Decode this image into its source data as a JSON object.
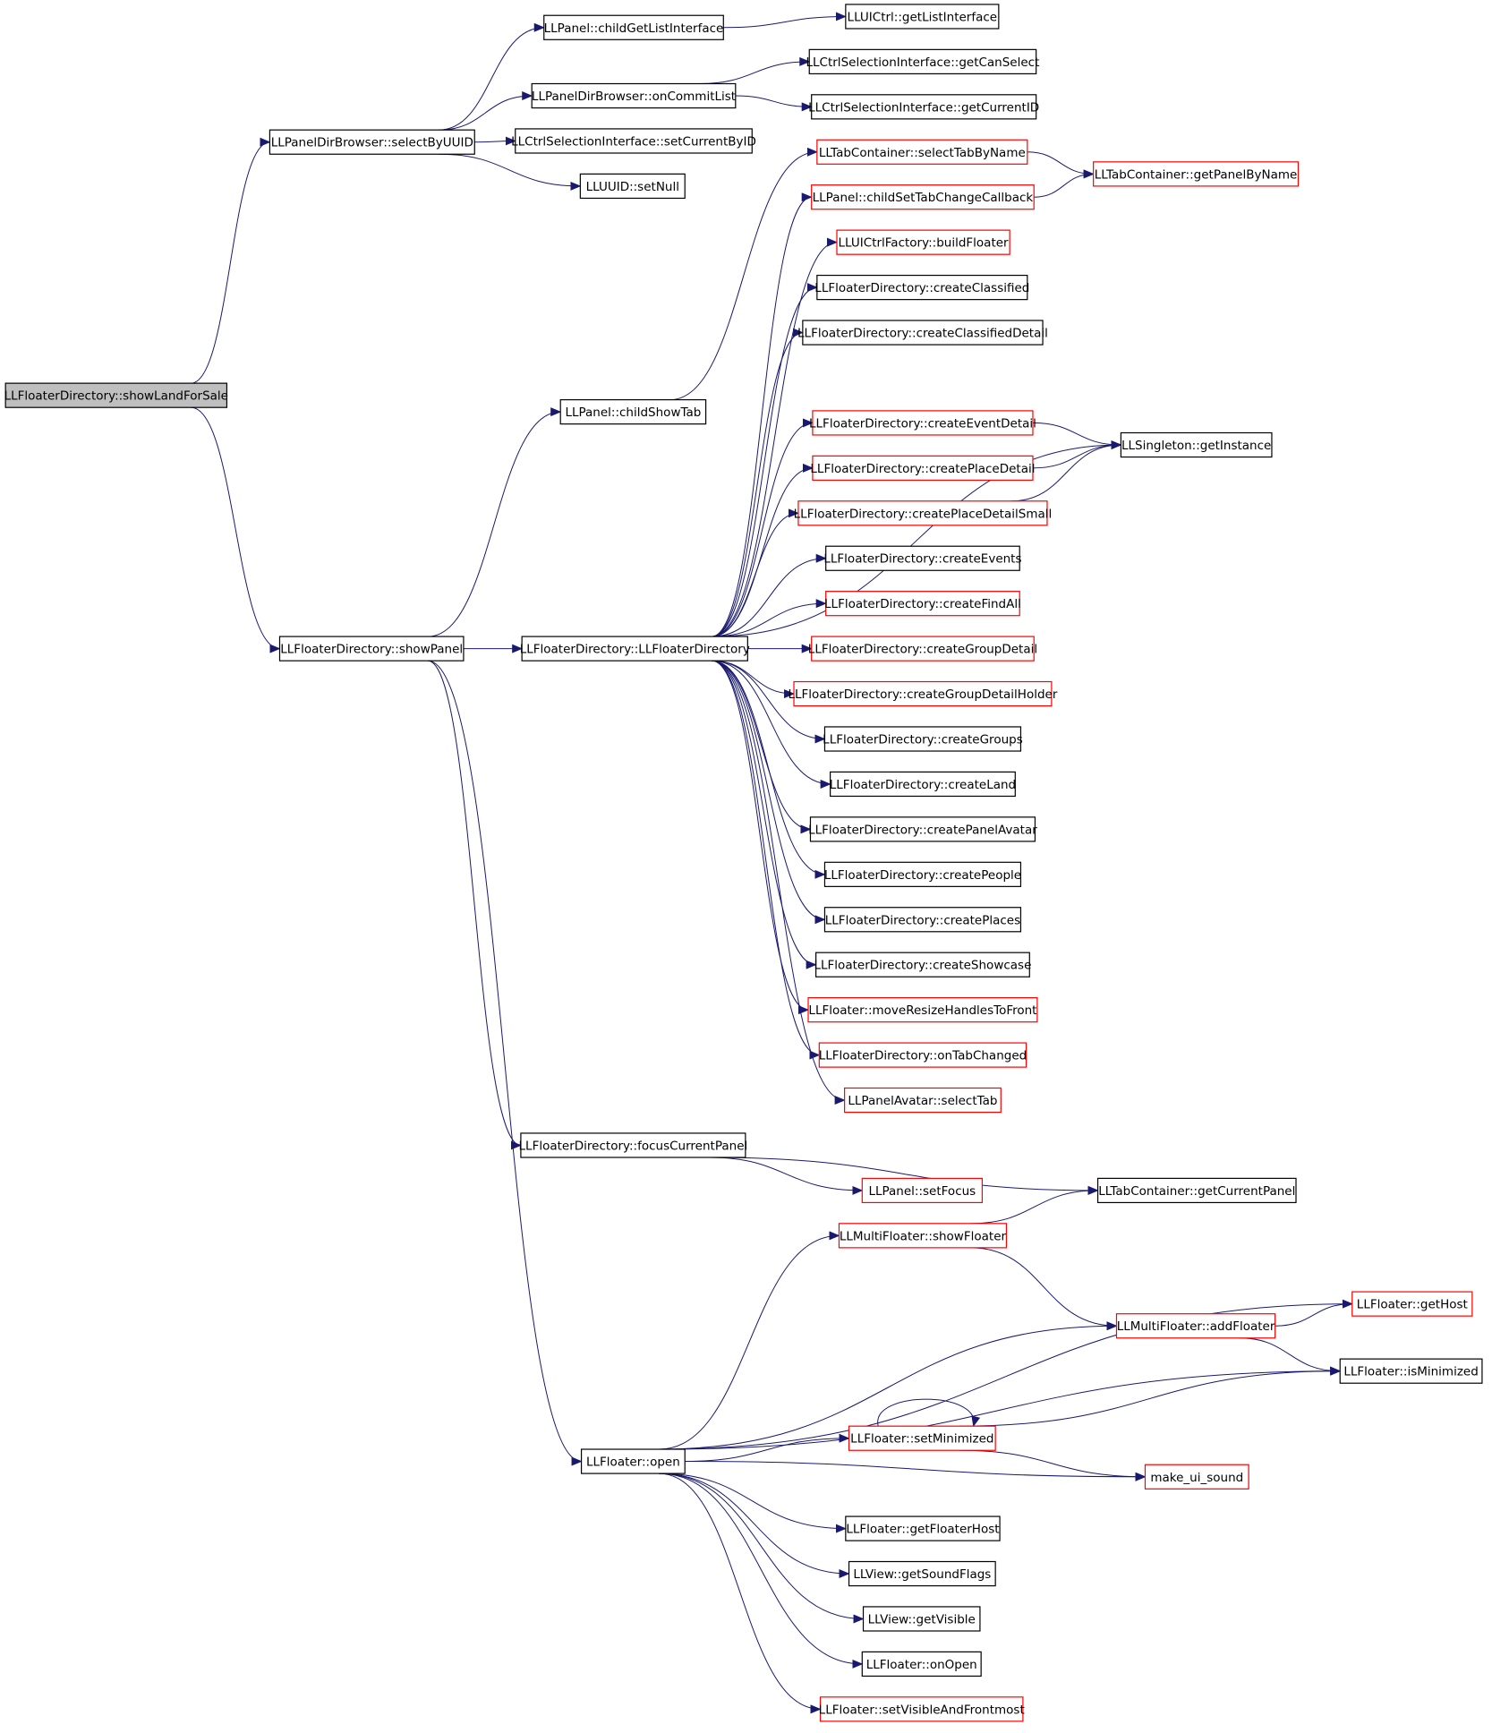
{
  "graph": {
    "colors": {
      "edge": "#191970",
      "box_normal": "#000000",
      "box_red": "#ff0000",
      "root_fill": "#bfbfbf",
      "box_fill": "#ffffff"
    },
    "nodes": [
      {
        "id": "showLandForSale",
        "label": "LLFloaterDirectory::showLandForSale",
        "style": "root"
      },
      {
        "id": "selectByUUID",
        "label": "LLPanelDirBrowser::selectByUUID",
        "style": "normal"
      },
      {
        "id": "showPanel",
        "label": "LLFloaterDirectory::showPanel",
        "style": "normal"
      },
      {
        "id": "childGetListInterface",
        "label": "LLPanel::childGetListInterface",
        "style": "normal"
      },
      {
        "id": "onCommitList",
        "label": "LLPanelDirBrowser::onCommitList",
        "style": "normal"
      },
      {
        "id": "setCurrentByID",
        "label": "LLCtrlSelectionInterface::setCurrentByID",
        "style": "normal"
      },
      {
        "id": "setNull",
        "label": "LLUUID::setNull",
        "style": "normal"
      },
      {
        "id": "getListInterface",
        "label": "LLUICtrl::getListInterface",
        "style": "normal"
      },
      {
        "id": "getCanSelect",
        "label": "LLCtrlSelectionInterface::getCanSelect",
        "style": "normal"
      },
      {
        "id": "getCurrentID",
        "label": "LLCtrlSelectionInterface::getCurrentID",
        "style": "normal"
      },
      {
        "id": "childShowTab",
        "label": "LLPanel::childShowTab",
        "style": "normal"
      },
      {
        "id": "LLFloaterDirectory",
        "label": "LLFloaterDirectory::LLFloaterDirectory",
        "style": "normal"
      },
      {
        "id": "focusCurrentPanel",
        "label": "LLFloaterDirectory::focusCurrentPanel",
        "style": "normal"
      },
      {
        "id": "open",
        "label": "LLFloater::open",
        "style": "normal"
      },
      {
        "id": "selectTabByName",
        "label": "LLTabContainer::selectTabByName",
        "style": "red"
      },
      {
        "id": "childSetTabChangeCallback",
        "label": "LLPanel::childSetTabChangeCallback",
        "style": "red"
      },
      {
        "id": "getPanelByName",
        "label": "LLTabContainer::getPanelByName",
        "style": "red"
      },
      {
        "id": "buildFloater",
        "label": "LLUICtrlFactory::buildFloater",
        "style": "red"
      },
      {
        "id": "createClassified",
        "label": "LLFloaterDirectory::createClassified",
        "style": "normal"
      },
      {
        "id": "createClassifiedDetail",
        "label": "LLFloaterDirectory::createClassifiedDetail",
        "style": "normal"
      },
      {
        "id": "createEventDetail",
        "label": "LLFloaterDirectory::createEventDetail",
        "style": "red"
      },
      {
        "id": "createPlaceDetail",
        "label": "LLFloaterDirectory::createPlaceDetail",
        "style": "red"
      },
      {
        "id": "createPlaceDetailSmall",
        "label": "LLFloaterDirectory::createPlaceDetailSmall",
        "style": "red"
      },
      {
        "id": "getInstance",
        "label": "LLSingleton::getInstance",
        "style": "normal"
      },
      {
        "id": "createEvents",
        "label": "LLFloaterDirectory::createEvents",
        "style": "normal"
      },
      {
        "id": "createFindAll",
        "label": "LLFloaterDirectory::createFindAll",
        "style": "red"
      },
      {
        "id": "createGroupDetail",
        "label": "LLFloaterDirectory::createGroupDetail",
        "style": "red"
      },
      {
        "id": "createGroupDetailHolder",
        "label": "LLFloaterDirectory::createGroupDetailHolder",
        "style": "red"
      },
      {
        "id": "createGroups",
        "label": "LLFloaterDirectory::createGroups",
        "style": "normal"
      },
      {
        "id": "createLand",
        "label": "LLFloaterDirectory::createLand",
        "style": "normal"
      },
      {
        "id": "createPanelAvatar",
        "label": "LLFloaterDirectory::createPanelAvatar",
        "style": "normal"
      },
      {
        "id": "createPeople",
        "label": "LLFloaterDirectory::createPeople",
        "style": "normal"
      },
      {
        "id": "createPlaces",
        "label": "LLFloaterDirectory::createPlaces",
        "style": "normal"
      },
      {
        "id": "createShowcase",
        "label": "LLFloaterDirectory::createShowcase",
        "style": "normal"
      },
      {
        "id": "moveResizeHandlesToFront",
        "label": "LLFloater::moveResizeHandlesToFront",
        "style": "red"
      },
      {
        "id": "onTabChanged",
        "label": "LLFloaterDirectory::onTabChanged",
        "style": "red"
      },
      {
        "id": "selectTab",
        "label": "LLPanelAvatar::selectTab",
        "style": "red"
      },
      {
        "id": "setFocus",
        "label": "LLPanel::setFocus",
        "style": "red"
      },
      {
        "id": "getCurrentPanel",
        "label": "LLTabContainer::getCurrentPanel",
        "style": "normal"
      },
      {
        "id": "showFloater",
        "label": "LLMultiFloater::showFloater",
        "style": "red"
      },
      {
        "id": "getHost",
        "label": "LLFloater::getHost",
        "style": "red"
      },
      {
        "id": "addFloater",
        "label": "LLMultiFloater::addFloater",
        "style": "red"
      },
      {
        "id": "isMinimized",
        "label": "LLFloater::isMinimized",
        "style": "normal"
      },
      {
        "id": "setMinimized",
        "label": "LLFloater::setMinimized",
        "style": "red"
      },
      {
        "id": "make_ui_sound",
        "label": "make_ui_sound",
        "style": "red"
      },
      {
        "id": "getFloaterHost",
        "label": "LLFloater::getFloaterHost",
        "style": "normal"
      },
      {
        "id": "getSoundFlags",
        "label": "LLView::getSoundFlags",
        "style": "normal"
      },
      {
        "id": "getVisible",
        "label": "LLView::getVisible",
        "style": "normal"
      },
      {
        "id": "onOpen",
        "label": "LLFloater::onOpen",
        "style": "normal"
      },
      {
        "id": "setVisibleAndFrontmost",
        "label": "LLFloater::setVisibleAndFrontmost",
        "style": "red"
      }
    ],
    "edges": [
      [
        "showLandForSale",
        "selectByUUID"
      ],
      [
        "showLandForSale",
        "showPanel"
      ],
      [
        "selectByUUID",
        "childGetListInterface"
      ],
      [
        "selectByUUID",
        "onCommitList"
      ],
      [
        "selectByUUID",
        "setCurrentByID"
      ],
      [
        "selectByUUID",
        "setNull"
      ],
      [
        "childGetListInterface",
        "getListInterface"
      ],
      [
        "onCommitList",
        "getCanSelect"
      ],
      [
        "onCommitList",
        "getCurrentID"
      ],
      [
        "showPanel",
        "childShowTab"
      ],
      [
        "showPanel",
        "LLFloaterDirectory"
      ],
      [
        "showPanel",
        "focusCurrentPanel"
      ],
      [
        "showPanel",
        "open"
      ],
      [
        "childShowTab",
        "selectTabByName"
      ],
      [
        "selectTabByName",
        "getPanelByName"
      ],
      [
        "childSetTabChangeCallback",
        "getPanelByName"
      ],
      [
        "LLFloaterDirectory",
        "childSetTabChangeCallback"
      ],
      [
        "LLFloaterDirectory",
        "buildFloater"
      ],
      [
        "LLFloaterDirectory",
        "createClassified"
      ],
      [
        "LLFloaterDirectory",
        "createClassifiedDetail"
      ],
      [
        "LLFloaterDirectory",
        "getInstance"
      ],
      [
        "LLFloaterDirectory",
        "createEventDetail"
      ],
      [
        "LLFloaterDirectory",
        "createPlaceDetail"
      ],
      [
        "LLFloaterDirectory",
        "createPlaceDetailSmall"
      ],
      [
        "LLFloaterDirectory",
        "createEvents"
      ],
      [
        "LLFloaterDirectory",
        "createFindAll"
      ],
      [
        "LLFloaterDirectory",
        "createGroupDetail"
      ],
      [
        "LLFloaterDirectory",
        "createGroupDetailHolder"
      ],
      [
        "LLFloaterDirectory",
        "createGroups"
      ],
      [
        "LLFloaterDirectory",
        "createLand"
      ],
      [
        "LLFloaterDirectory",
        "createPanelAvatar"
      ],
      [
        "LLFloaterDirectory",
        "createPeople"
      ],
      [
        "LLFloaterDirectory",
        "createPlaces"
      ],
      [
        "LLFloaterDirectory",
        "createShowcase"
      ],
      [
        "LLFloaterDirectory",
        "moveResizeHandlesToFront"
      ],
      [
        "LLFloaterDirectory",
        "onTabChanged"
      ],
      [
        "LLFloaterDirectory",
        "selectTab"
      ],
      [
        "createEventDetail",
        "getInstance"
      ],
      [
        "createPlaceDetail",
        "getInstance"
      ],
      [
        "createPlaceDetailSmall",
        "getInstance"
      ],
      [
        "focusCurrentPanel",
        "setFocus"
      ],
      [
        "focusCurrentPanel",
        "getCurrentPanel"
      ],
      [
        "open",
        "showFloater"
      ],
      [
        "open",
        "getHost"
      ],
      [
        "open",
        "addFloater"
      ],
      [
        "open",
        "isMinimized"
      ],
      [
        "open",
        "setMinimized"
      ],
      [
        "open",
        "make_ui_sound"
      ],
      [
        "open",
        "getFloaterHost"
      ],
      [
        "open",
        "getSoundFlags"
      ],
      [
        "open",
        "getVisible"
      ],
      [
        "open",
        "onOpen"
      ],
      [
        "open",
        "setVisibleAndFrontmost"
      ],
      [
        "showFloater",
        "getCurrentPanel"
      ],
      [
        "showFloater",
        "addFloater"
      ],
      [
        "addFloater",
        "getHost"
      ],
      [
        "addFloater",
        "isMinimized"
      ],
      [
        "setMinimized",
        "setMinimized"
      ],
      [
        "setMinimized",
        "isMinimized"
      ],
      [
        "setMinimized",
        "make_ui_sound"
      ]
    ]
  }
}
